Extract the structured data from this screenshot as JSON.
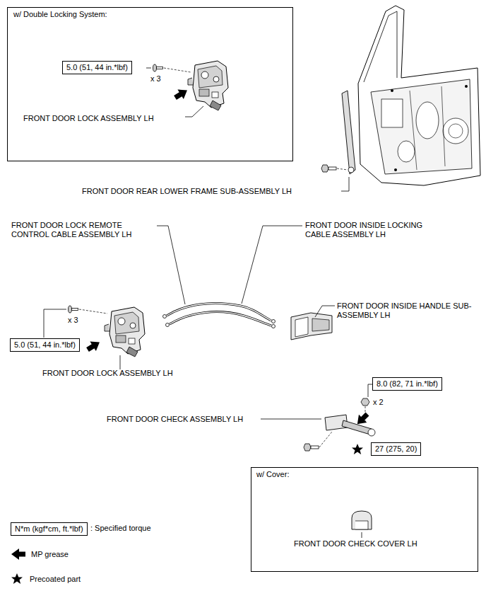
{
  "diagram": {
    "nodes": [
      {
        "text": [
          "w/ Double Locking System:",
          "x 3",
          "FRONT DOOR LOCK ASSEMBLY LH"
        ]
      },
      {
        "text": [
          "5.0 (51, 44 in.*lbf)"
        ],
        "in": 0
      },
      {
        "text": [
          "5.0 (51, 44 in.*lbf)"
        ]
      },
      {
        "text": [
          "8.0 (82, 71 in.*lbf)"
        ]
      },
      {
        "text": [
          "27 (275, 20)"
        ]
      },
      {
        "text": [
          "w/ Cover:",
          "FRONT DOOR CHECK COVER LH"
        ]
      },
      {
        "text": [
          "N*m (kgf*cm, ft.*lbf)"
        ]
      }
    ],
    "labels": [
      "FRONT DOOR REAR LOWER FRAME SUB-ASSEMBLY LH",
      "FRONT DOOR LOCK REMOTE CONTROL CABLE ASSEMBLY LH",
      "FRONT DOOR INSIDE LOCKING CABLE ASSEMBLY LH",
      "FRONT DOOR INSIDE HANDLE SUB-ASSEMBLY LH",
      "x 3",
      "FRONT DOOR LOCK ASSEMBLY LH",
      "x 2",
      "FRONT DOOR CHECK ASSEMBLY LH"
    ],
    "legend": [
      {
        "text": ": Specified torque"
      },
      {
        "text": "MP grease"
      },
      {
        "text": "Precoated part"
      }
    ]
  }
}
